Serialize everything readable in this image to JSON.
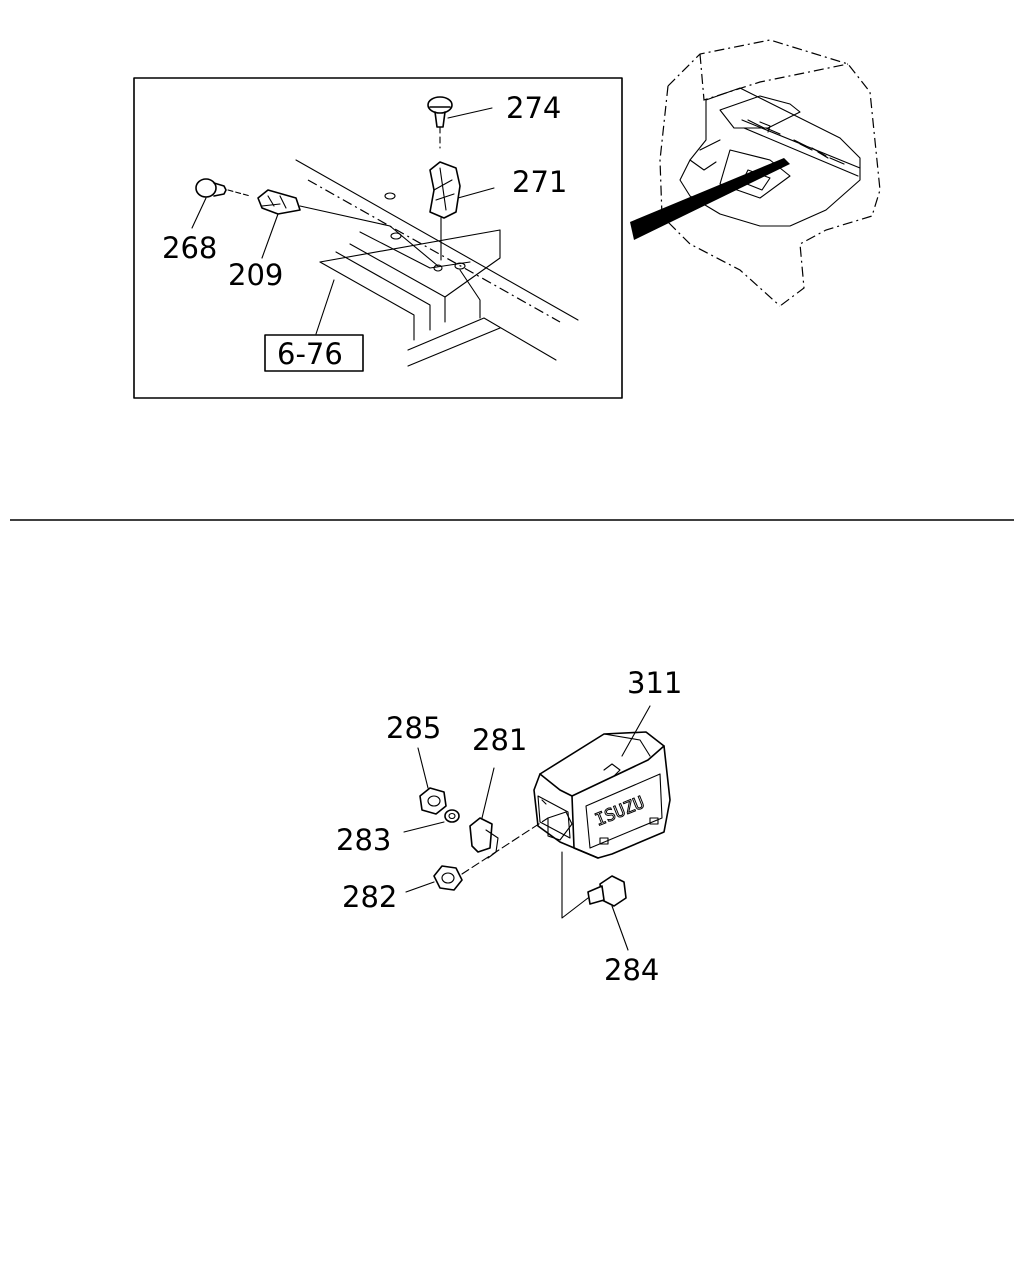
{
  "upper_panel": {
    "callouts": [
      "274",
      "271",
      "268",
      "209"
    ],
    "reference": "6-76"
  },
  "lower_panel": {
    "callouts": [
      "311",
      "285",
      "281",
      "283",
      "282",
      "284"
    ],
    "logo_text": "ISUZU"
  }
}
